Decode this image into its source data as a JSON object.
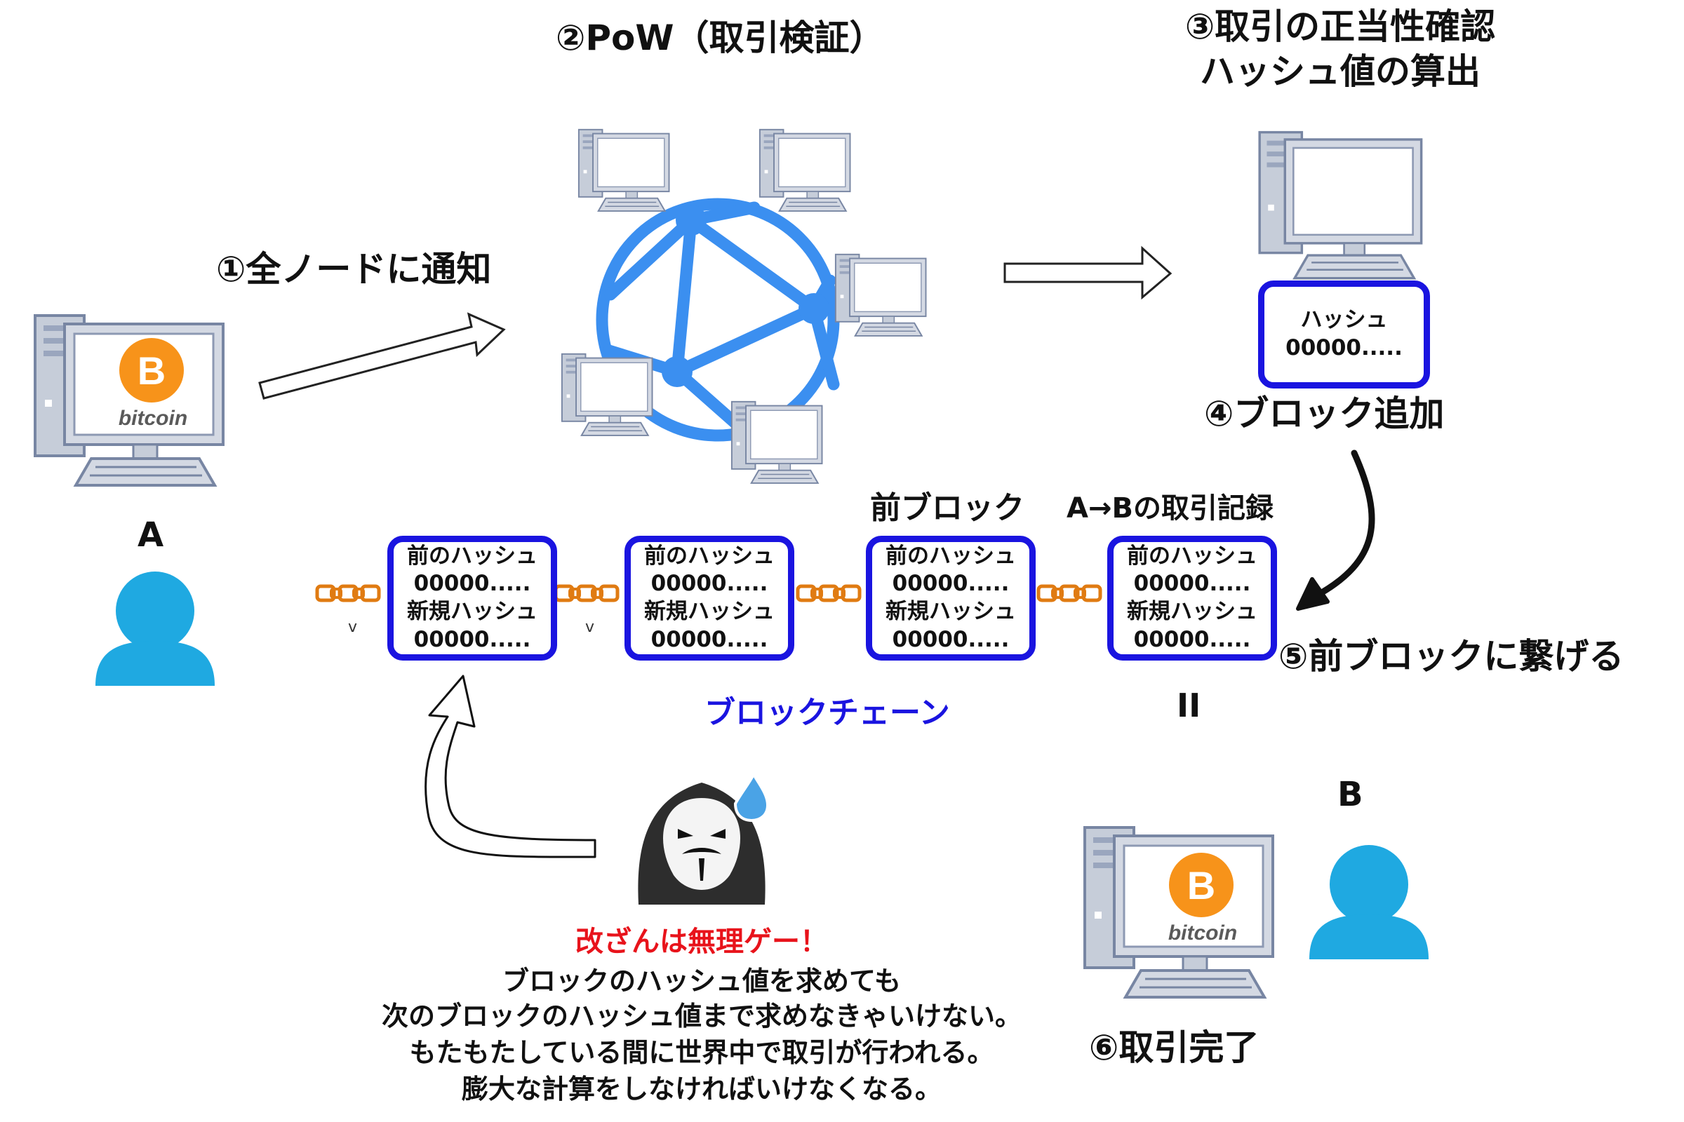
{
  "steps": {
    "s1": "①全ノードに通知",
    "s2": "②PoW（取引検証）",
    "s3_line1": "③取引の正当性確認",
    "s3_line2": "ハッシュ値の算出",
    "s4": "④ブロック追加",
    "s5": "⑤前ブロックに繋げる",
    "s6": "⑥取引完了"
  },
  "users": {
    "a": "A",
    "b": "B"
  },
  "logo": {
    "text": "bitcoin",
    "symbol": "B"
  },
  "new_block": {
    "line1": "ハッシュ",
    "line2": "00000....."
  },
  "chain_labels": {
    "prev_block": "前ブロック",
    "record": "A→Bの取引記録",
    "equals": "II"
  },
  "blocks": [
    {
      "l1": "前のハッシュ",
      "l2": "00000.....",
      "l3": "新規ハッシュ",
      "l4": "00000....."
    },
    {
      "l1": "前のハッシュ",
      "l2": "00000.....",
      "l3": "新規ハッシュ",
      "l4": "00000....."
    },
    {
      "l1": "前のハッシュ",
      "l2": "00000.....",
      "l3": "新規ハッシュ",
      "l4": "00000....."
    },
    {
      "l1": "前のハッシュ",
      "l2": "00000.....",
      "l3": "新規ハッシュ",
      "l4": "00000....."
    }
  ],
  "tick_marks": {
    "t1": "v",
    "t2": "v"
  },
  "blockchain_label": "ブロックチェーン",
  "attacker": {
    "headline": "改ざんは無理ゲー！",
    "line1": "ブロックのハッシュ値を求めても",
    "line2": "次のブロックのハッシュ値まで求めなきゃいけない。",
    "line3": "もたもたしている間に世界中で取引が行われる。",
    "line4": "膨大な計算をしなければいけなくなる。"
  },
  "colors": {
    "block_border": "#1a14e0",
    "blockchain_label": "#1a14e0",
    "headline": "#e8131b",
    "network": "#3b8ff0",
    "person": "#1fa9e1",
    "chain": "#e07b12",
    "bitcoin": "#f7931a"
  },
  "icons": [
    "computer-icon",
    "bitcoin-logo-icon",
    "user-icon",
    "network-globe-icon",
    "chain-link-icon",
    "hacker-mask-icon",
    "arrow-icon"
  ]
}
